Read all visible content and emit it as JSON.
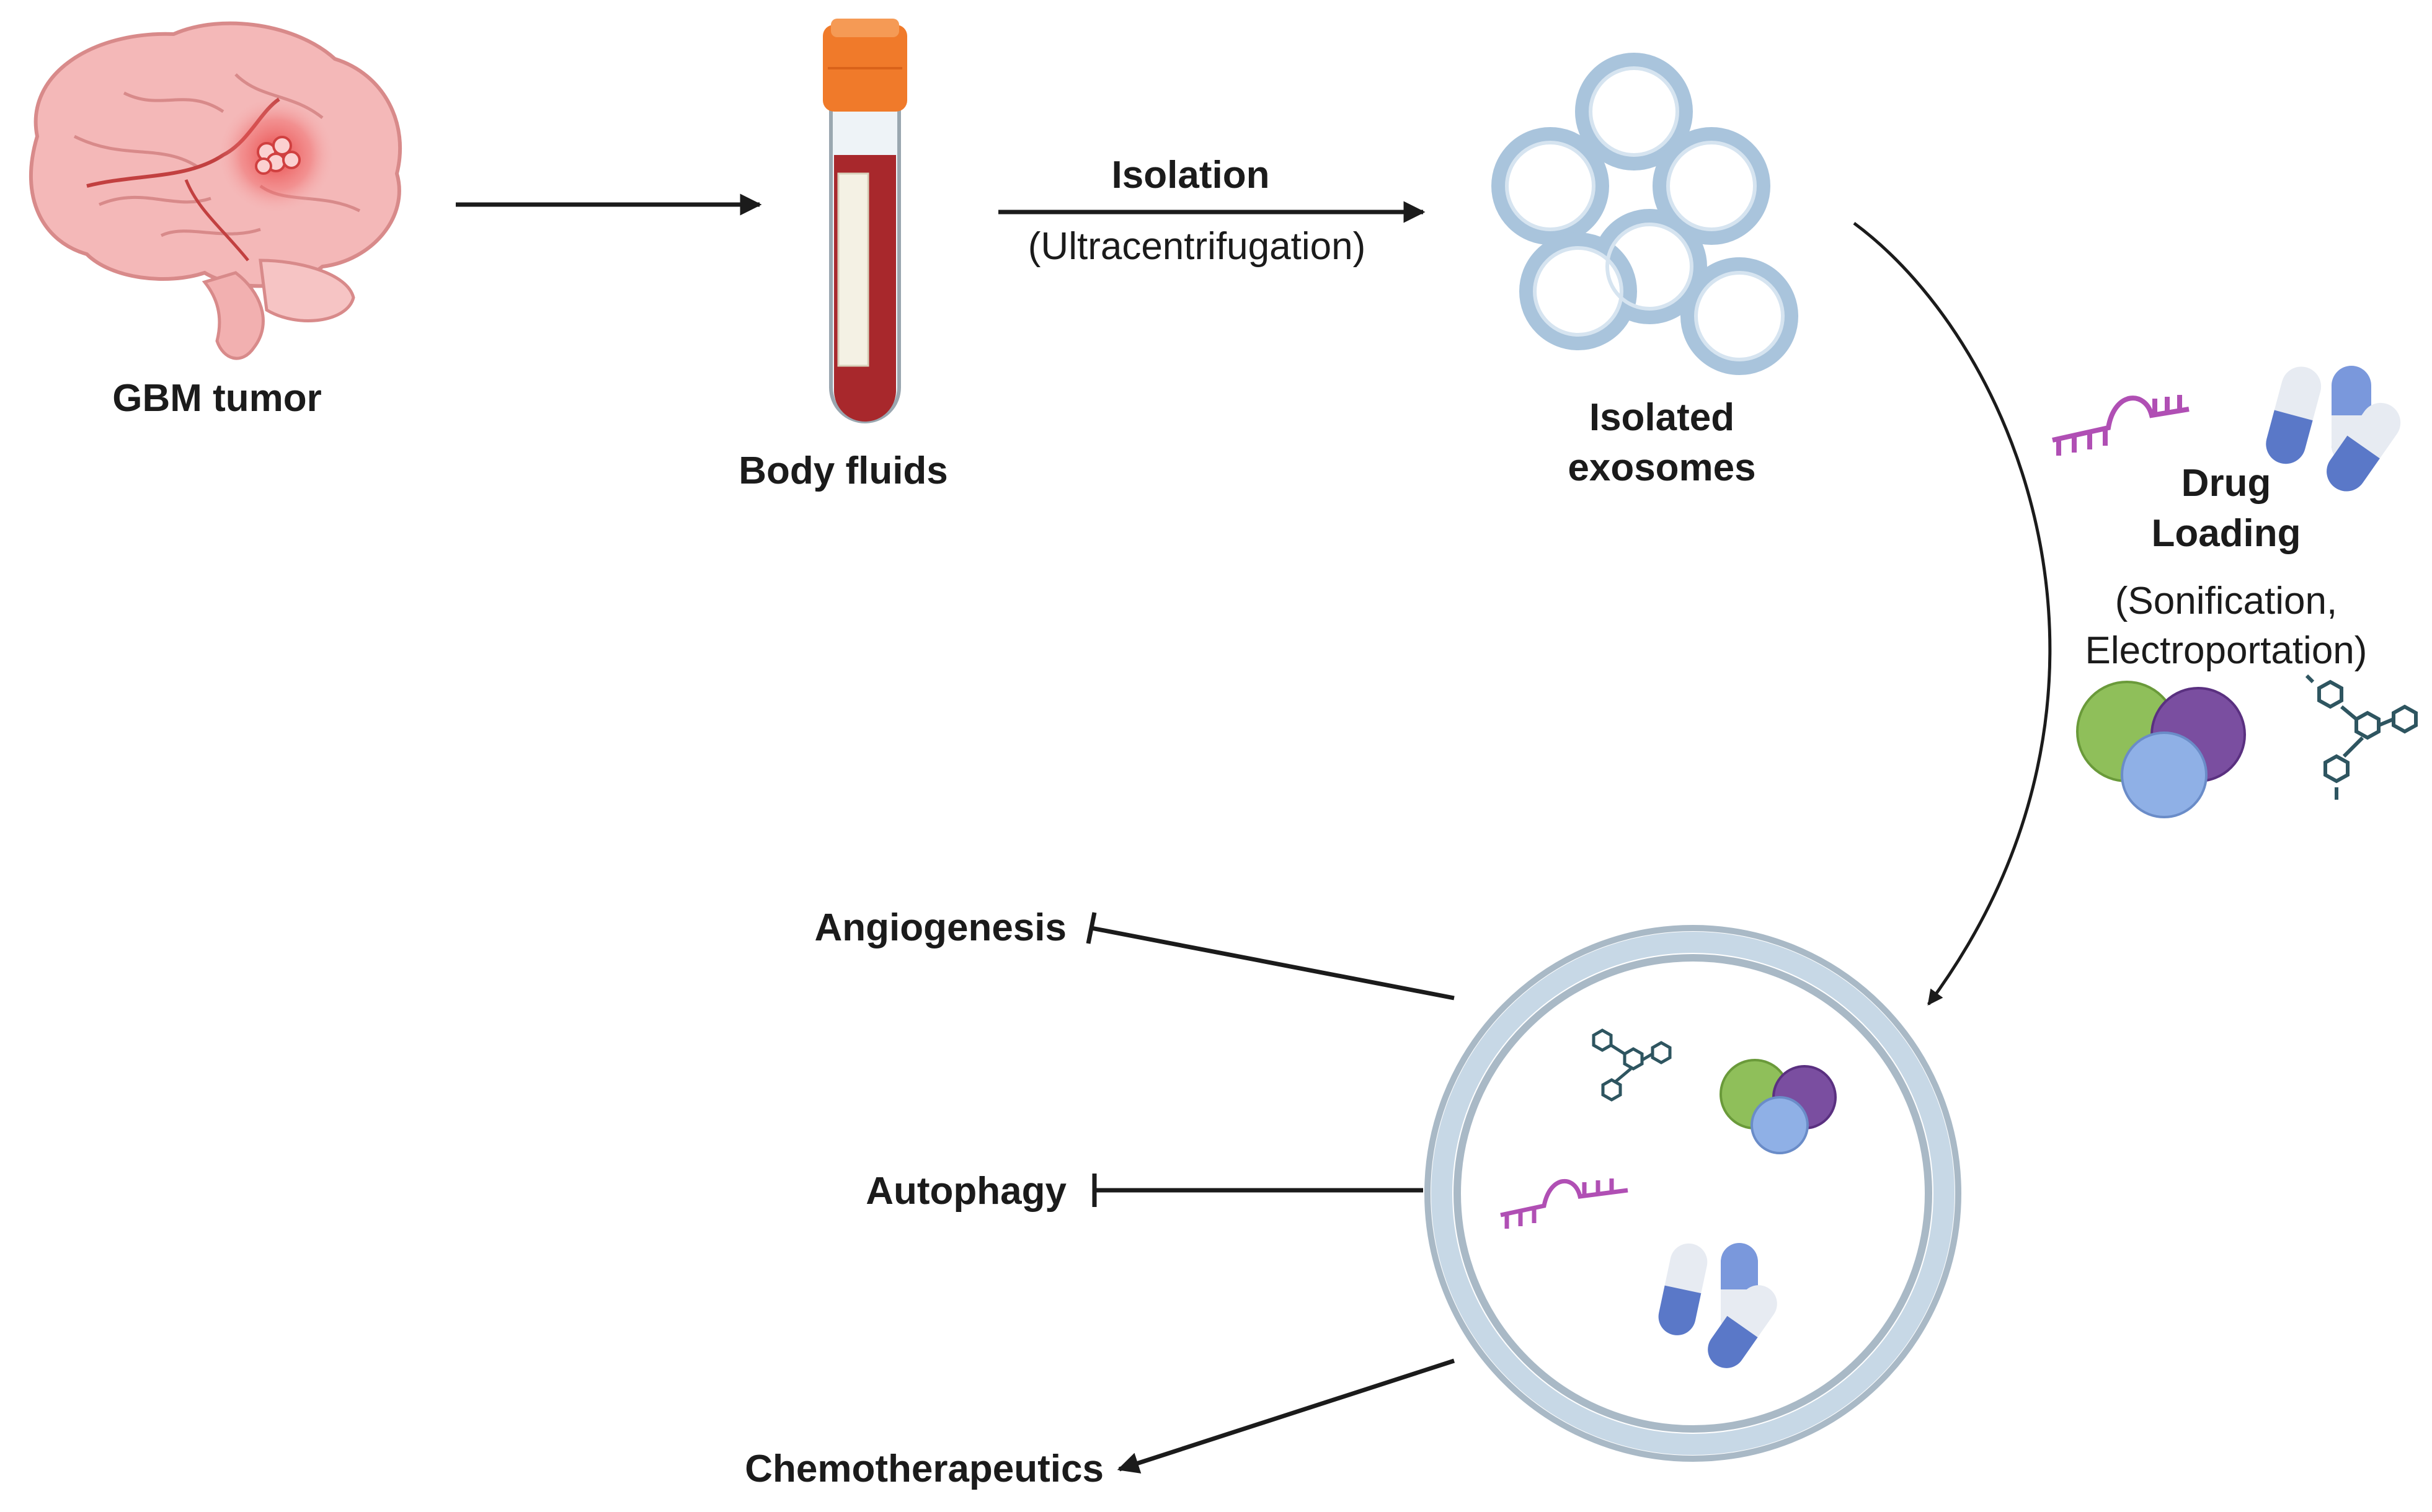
{
  "labels": {
    "gbm_tumor": "GBM tumor",
    "body_fluids": "Body fluids",
    "isolation": "Isolation",
    "isolation_method": "(Ultracentrifugation)",
    "isolated_line1": "Isolated",
    "isolated_line2": "exosomes",
    "drug_line1": "Drug",
    "drug_line2": "Loading",
    "drug_method1": "(Sonification,",
    "drug_method2": "Electroportation)",
    "angiogenesis": "Angiogenesis",
    "autophagy": "Autophagy",
    "chemotherapeutics": "Chemotherapeutics"
  },
  "icons": [
    "brain-tumor-icon",
    "blood-tube-icon",
    "exosome-cluster-icon",
    "rna-icon",
    "capsule-icon",
    "protein-icon",
    "small-molecule-icon",
    "loaded-exosome-icon"
  ],
  "colors": {
    "brain": "#f4b8b8",
    "tumor": "#e63a3a",
    "tube_cap": "#f07a2a",
    "blood": "#a8282c",
    "exosome": "#a9c4dc",
    "rna": "#b04fb4",
    "capsule": "#5a78c8",
    "protein_green": "#8fbf5a",
    "protein_purple": "#7a4ea0",
    "protein_blue": "#8fb0e6",
    "molecule": "#2e5560"
  }
}
